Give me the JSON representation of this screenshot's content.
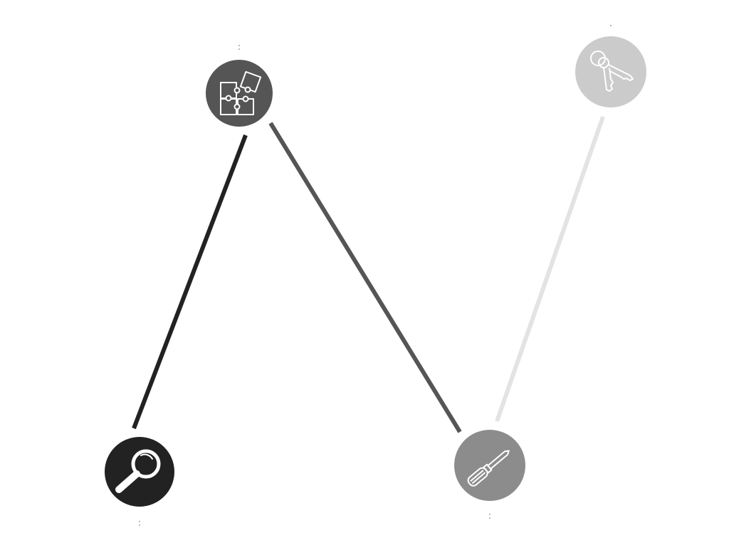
{
  "colors": {
    "step1": "#222222",
    "step2": "#555555",
    "step3": "#8c8c8c",
    "step4": "#cbcbcb",
    "connector4": "#e3e3e3",
    "label": "#b5b5b5"
  },
  "nodes": [
    {
      "id": "search",
      "icon": "magnifier-icon",
      "label": ":"
    },
    {
      "id": "puzzle",
      "icon": "puzzle-icon",
      "label": ":"
    },
    {
      "id": "tool",
      "icon": "screwdriver-icon",
      "label": ":"
    },
    {
      "id": "keys",
      "icon": "keys-icon",
      "label": "."
    }
  ]
}
